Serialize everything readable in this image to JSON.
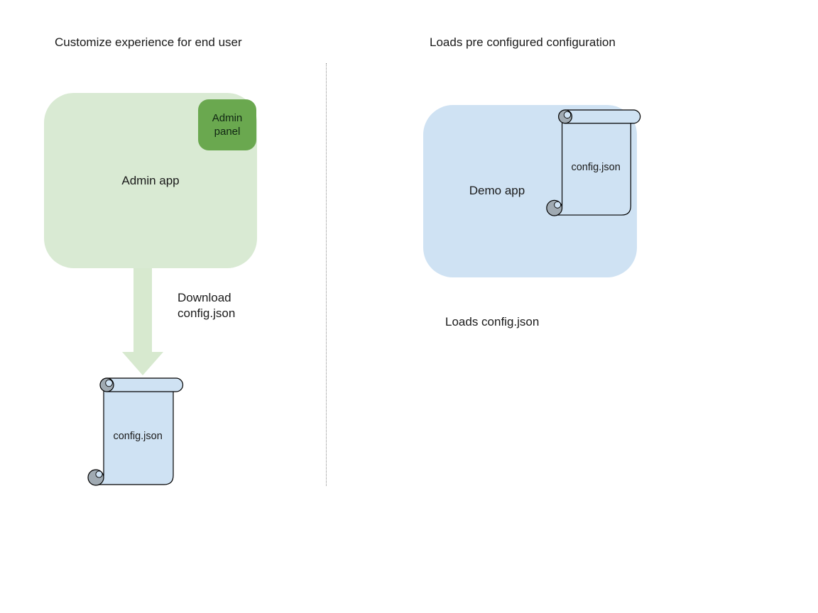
{
  "colors": {
    "green-light": "#d9ead3",
    "green-arrow": "#d7e9cf",
    "green-dark": "#6aa84f",
    "blue-light": "#cfe2f3",
    "curl-gray": "#a0aab2",
    "ink": "#1a1a1a",
    "outline": "#000000",
    "divider": "#8f8f8f"
  },
  "left": {
    "title": "Customize experience for end user",
    "admin_app": "Admin app",
    "admin_panel": "Admin panel",
    "download_label": "Download config.json",
    "config_file": "config.json"
  },
  "right": {
    "title": "Loads pre configured configuration",
    "demo_app": "Demo app",
    "config_file": "config.json",
    "caption": "Loads config.json"
  }
}
